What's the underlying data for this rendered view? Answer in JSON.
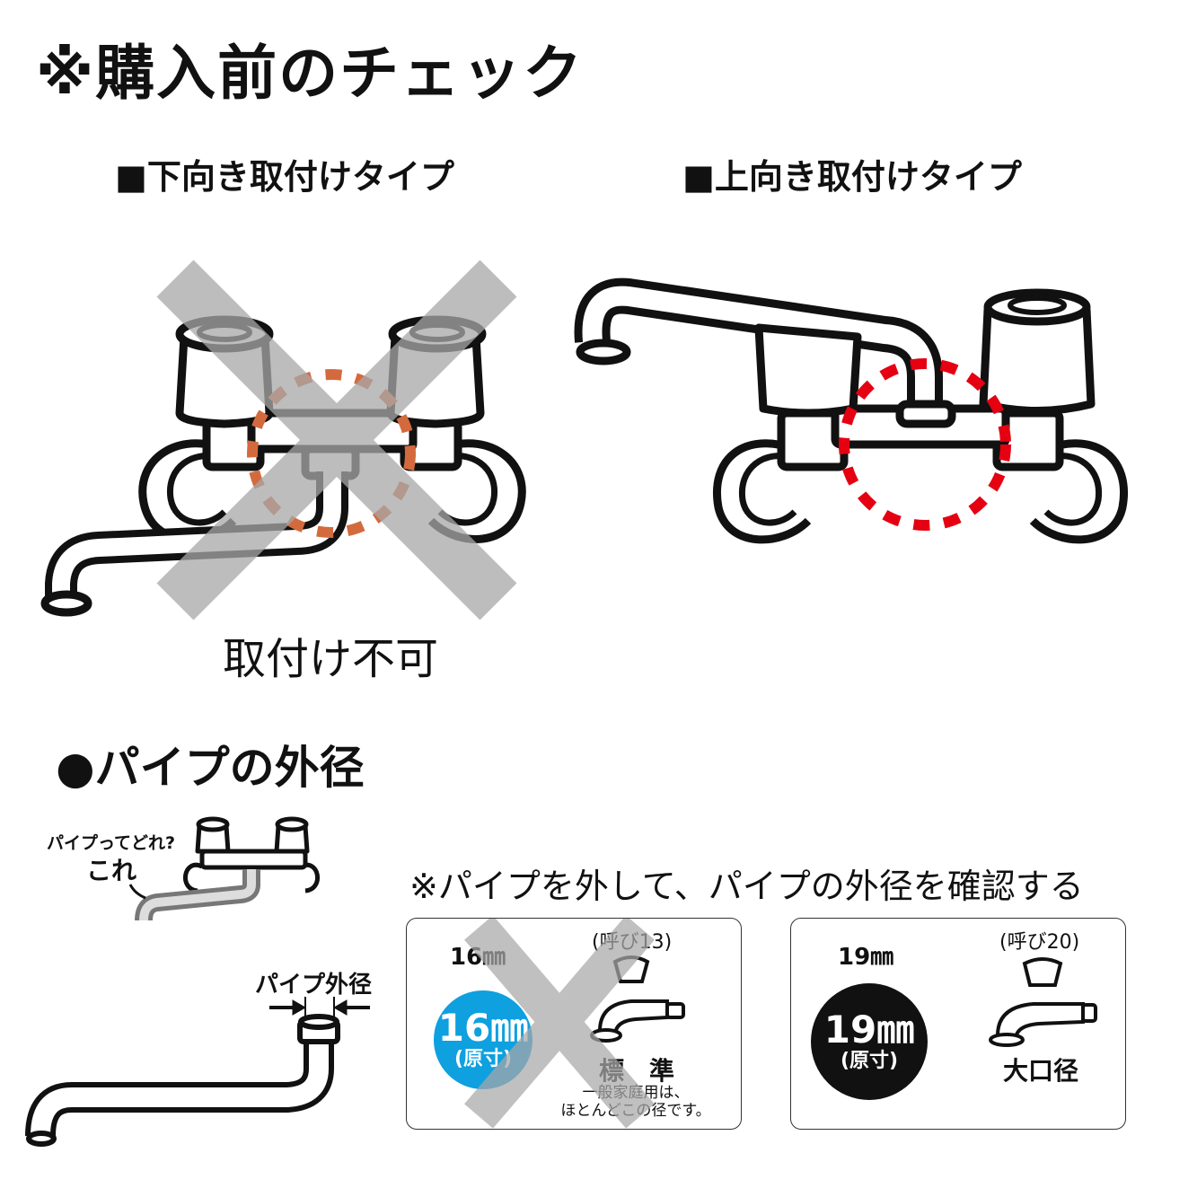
{
  "title": "※購入前のチェック",
  "left_type": {
    "heading": "■下向き取付けタイプ",
    "caption": "取付け不可"
  },
  "right_type": {
    "heading": "■上向き取付けタイプ"
  },
  "pipe_section": {
    "heading": "●パイプの外径",
    "question": "パイプってどれ?",
    "answer": "これ",
    "instruction": "※パイプを外して、パイプの外径を確認する",
    "od_label": "パイプ外径"
  },
  "card_16": {
    "size_label": "16㎜",
    "circle_size": "16㎜",
    "circle_note": "(原寸)",
    "nominal": "(呼び13)",
    "type_label": "標　準",
    "note_line1": "一般家庭用は、",
    "note_line2": "ほとんどこの径です。"
  },
  "card_19": {
    "size_label": "19㎜",
    "circle_size": "19㎜",
    "circle_note": "(原寸)",
    "nominal": "(呼び20)",
    "type_label": "大口径"
  },
  "colors": {
    "text": "#111111",
    "blue_circle": "#0ea0df",
    "black_circle": "#111111",
    "red_dash": "#e50012",
    "cross_gray": "#a8a8a8"
  }
}
